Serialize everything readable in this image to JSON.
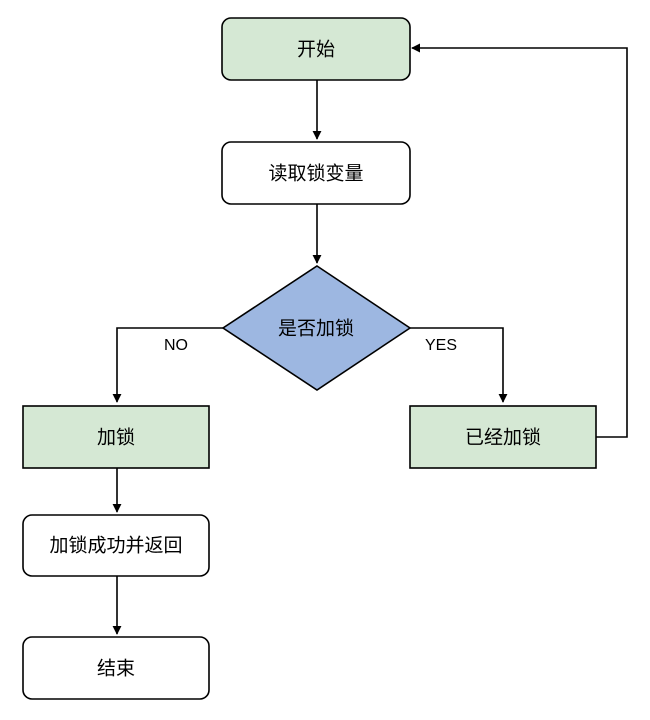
{
  "diagram": {
    "nodes": {
      "start": {
        "label": "开始",
        "fill": "#d5e8d4"
      },
      "read": {
        "label": "读取锁变量",
        "fill": "#ffffff"
      },
      "decision": {
        "label": "是否加锁",
        "fill": "#9db7e1"
      },
      "lock": {
        "label": "加锁",
        "fill": "#d5e8d4"
      },
      "already": {
        "label": "已经加锁",
        "fill": "#d5e8d4"
      },
      "success": {
        "label": "加锁成功并返回",
        "fill": "#ffffff"
      },
      "end": {
        "label": "结束",
        "fill": "#ffffff"
      }
    },
    "edges": {
      "no_label": "NO",
      "yes_label": "YES"
    },
    "colors": {
      "stroke": "#000000",
      "green": "#d5e8d4",
      "blue": "#9db7e1",
      "white": "#ffffff"
    }
  }
}
